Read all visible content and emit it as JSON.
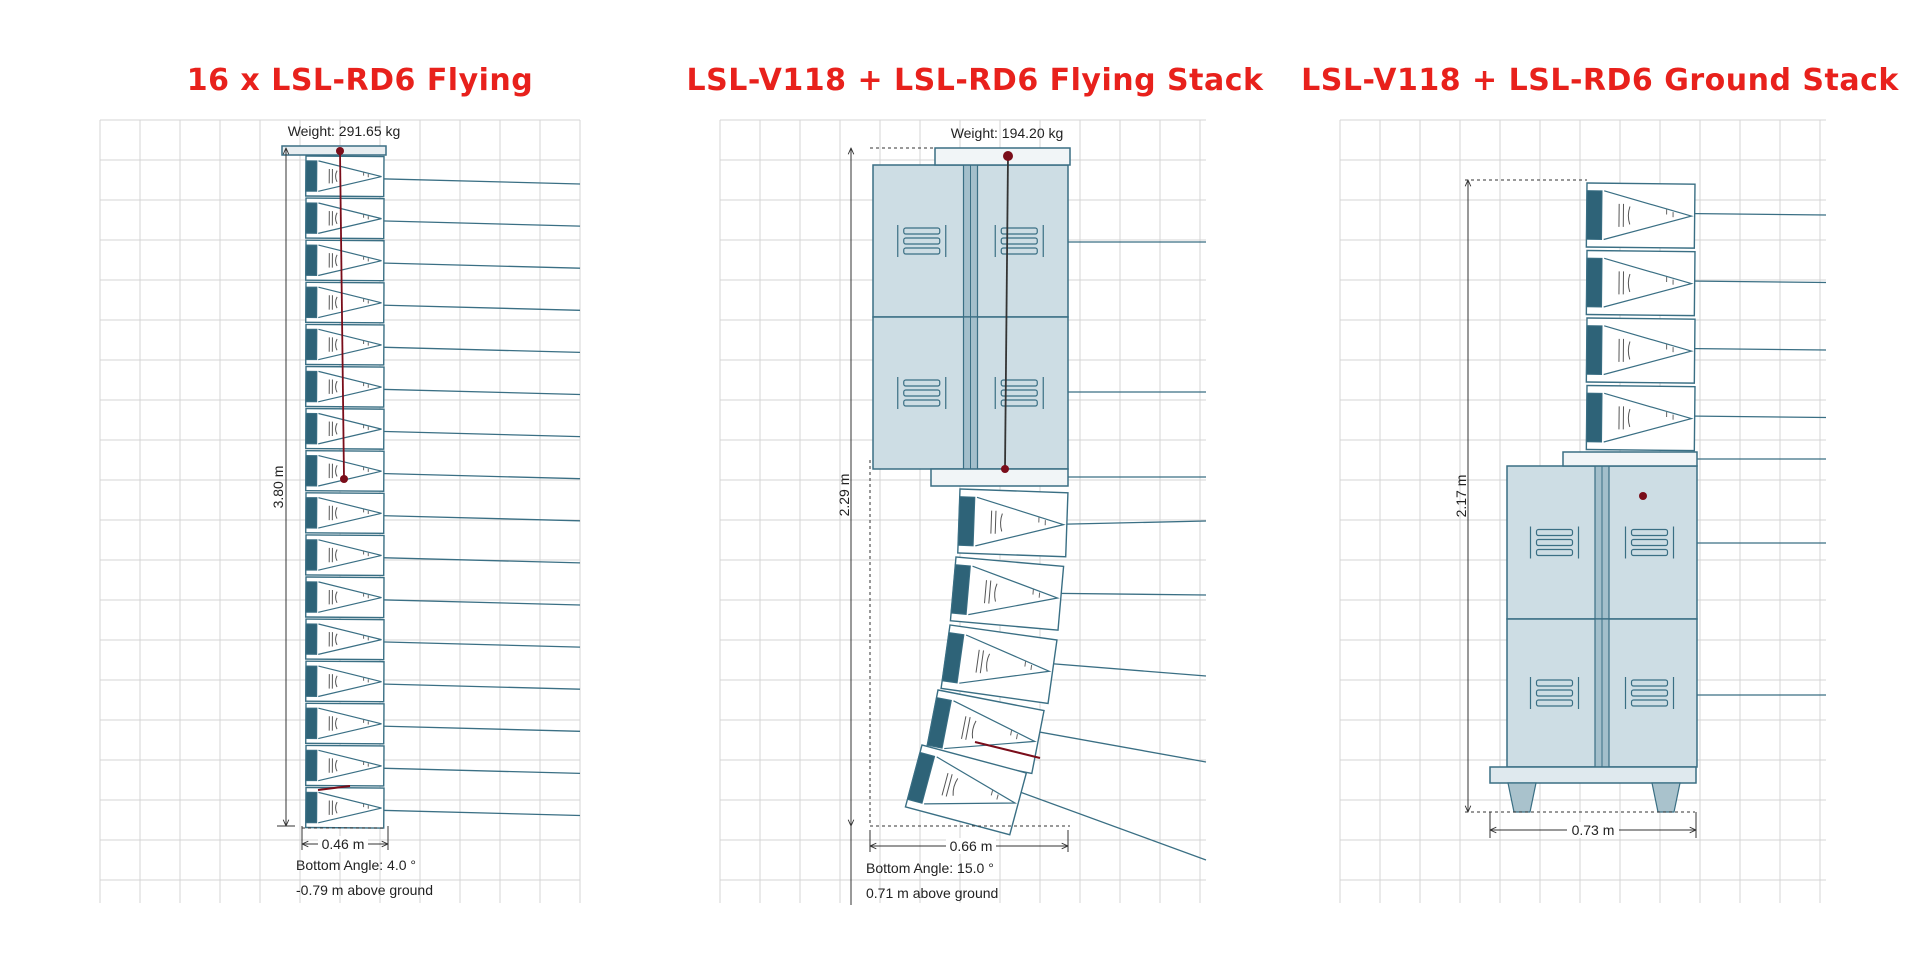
{
  "panels": [
    {
      "title": "16 x LSL-RD6 Flying",
      "weight_label": "Weight: 291.65 kg",
      "height_label": "3.80 m",
      "width_label": "0.46 m",
      "bottom_angle_label": "Bottom Angle: 4.0 °",
      "ground_label": "-0.79 m above ground"
    },
    {
      "title": "LSL-V118 + LSL-RD6 Flying Stack",
      "weight_label": "Weight: 194.20 kg",
      "height_label": "2.29 m",
      "width_label": "0.66 m",
      "bottom_angle_label": "Bottom Angle: 15.0 °",
      "ground_label": "0.71 m above ground"
    },
    {
      "title": "LSL-V118 + LSL-RD6 Ground Stack",
      "height_label": "2.17 m",
      "width_label": "0.73 m"
    }
  ],
  "colors": {
    "title_red": "#e8211c",
    "cabinet_outline": "#3a6f84",
    "cabinet_fill": "#dfe9ee",
    "sub_fill": "#cddde4",
    "grid": "#d4d4d4",
    "rig_dot": "#7a0d1a"
  }
}
